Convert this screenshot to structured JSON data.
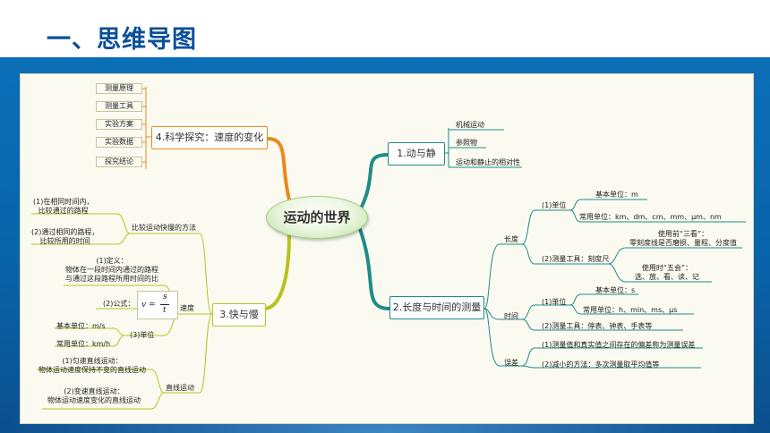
{
  "page_title": "一、思维导图",
  "center": "运动的世界",
  "branch1": {
    "title": "1.动与静",
    "items": [
      "机械运动",
      "参照物",
      "运动和静止的相对性"
    ]
  },
  "branch2": {
    "title": "2.长度与时间的测量",
    "length": {
      "label": "长度",
      "unit_label": "(1)单位",
      "basic_unit": "基本单位：m",
      "common_units": "常用单位：km、dm、cm、mm、μm、nm",
      "tool": "(2)测量工具：刻度尺",
      "three_look_title": "使用前“三看”：",
      "three_look": "零刻度线是否磨损、量程、分度值",
      "five_will_title": "使用时“五会”：",
      "five_will": "选、放、看、读、记"
    },
    "time": {
      "label": "时间",
      "unit_label": "(1)单位",
      "basic_unit": "基本单位：s",
      "common_units": "常用单位：h、min、ms、μs",
      "tool": "(2)测量工具：停表、钟表、手表等"
    },
    "error": {
      "label": "误差",
      "def": "(1)测量值和真实值之间存在的偏差称为测量误差",
      "reduce": "(2)减小的方法：多次测量取平均值等"
    }
  },
  "branch3": {
    "title": "3.快与慢",
    "compare": {
      "label": "比较运动快慢的方法",
      "a1": "(1)在相同时间内，",
      "a2": "比较通过的路程",
      "b1": "(2)通过相同的路程，",
      "b2": "比较所用的时间"
    },
    "speed": {
      "label": "速度",
      "def_title": "(1)定义：",
      "def1": "物体在一段时间内通过的路程",
      "def2": "与通过这段路程所用时间的比",
      "formula_label": "(2)公式：",
      "formula_lhs": "v =",
      "formula_num": "s",
      "formula_den": "t",
      "unit_label": "(3)单位",
      "basic_unit": "基本单位：m/s",
      "common_unit": "常用单位：km/h"
    },
    "linear": {
      "label": "直线运动",
      "uniform1": "(1)匀速直线运动：",
      "uniform2": "物体运动速度保持不变的直线运动",
      "variable1": "(2)变速直线运动：",
      "variable2": "物体运动速度变化的直线运动"
    }
  },
  "branch4": {
    "title": "4.科学探究：速度的变化",
    "items": [
      "测量原理",
      "测量工具",
      "实验方案",
      "实验数据",
      "探究结论"
    ]
  },
  "colors": {
    "orange": "#e88a1a",
    "teal": "#1f8c86",
    "olive": "#b8c21f",
    "title": "#0a4f9a",
    "background_band": "#0b6fb8"
  }
}
